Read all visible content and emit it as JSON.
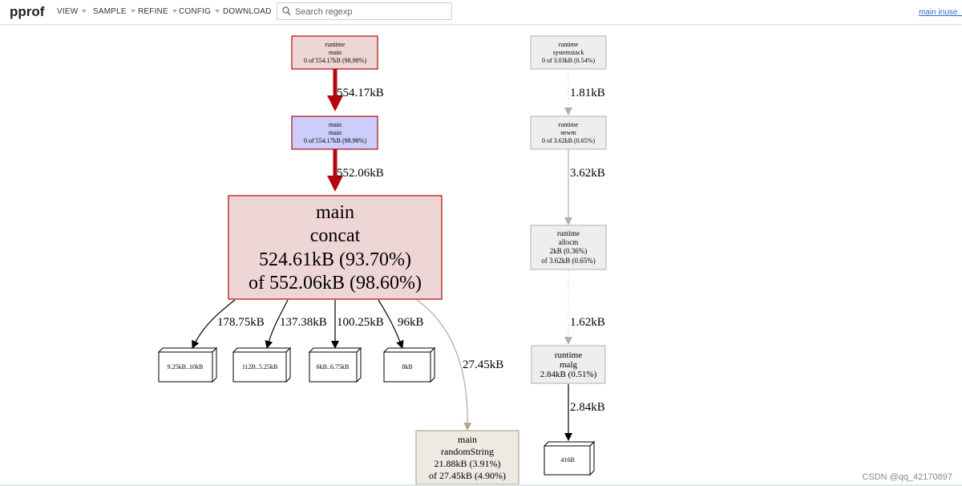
{
  "app": {
    "title": "pprof"
  },
  "menu": {
    "view": "VIEW",
    "sample": "SAMPLE",
    "refine": "REFINE",
    "config": "CONFIG",
    "download": "DOWNLOAD"
  },
  "search": {
    "placeholder": "Search regexp",
    "value": ""
  },
  "sample_link": "main inuse_",
  "nodes": {
    "runtime_main": {
      "l1": "runtime",
      "l2": "main",
      "l3": "0 of 554.17kB (98.98%)"
    },
    "main_main": {
      "l1": "main",
      "l2": "main",
      "l3": "0 of 554.17kB (98.98%)"
    },
    "main_concat": {
      "l1": "main",
      "l2": "concat",
      "l3": "524.61kB (93.70%)",
      "l4": "of 552.06kB (98.60%)"
    },
    "random_string": {
      "l1": "main",
      "l2": "randomString",
      "l3": "21.88kB (3.91%)",
      "l4": "of 27.45kB (4.90%)"
    },
    "systemstack": {
      "l1": "runtime",
      "l2": "systemstack",
      "l3": "0 of 3.03kB (0.54%)"
    },
    "newm": {
      "l1": "runtime",
      "l2": "newm",
      "l3": "0 of 3.62kB (0.65%)"
    },
    "allocm": {
      "l1": "runtime",
      "l2": "allocm",
      "l3": "2kB (0.36%)",
      "l4": "of 3.62kB (0.65%)"
    },
    "malg": {
      "l1": "runtime",
      "l2": "malg",
      "l3": "2.84kB (0.51%)"
    }
  },
  "boxes": {
    "b1": "9.25kB..10kB",
    "b2": "112B..5.25kB",
    "b3": "6kB..6.75kB",
    "b4": "8kB",
    "b5": "416B"
  },
  "edges": {
    "runtime_main_to_main": "554.17kB",
    "main_to_concat": "552.06kB",
    "concat_to_b1": "178.75kB",
    "concat_to_b2": "137.38kB",
    "concat_to_b3": "100.25kB",
    "concat_to_b4": "96kB",
    "concat_to_random": "27.45kB",
    "systemstack_to_newm": "1.81kB",
    "newm_to_allocm": "3.62kB",
    "allocm_to_malg": "1.62kB",
    "malg_to_b5": "2.84kB"
  },
  "colors": {
    "hot_fill": "#efd6d6",
    "hot_stroke": "#b2080c",
    "selected_fill": "#cccdfa",
    "neutral_fill": "#eeeeee",
    "neutral_stroke": "#b0b0b0",
    "warm_fill": "#ede9e3",
    "warm_stroke": "#b4a78f"
  },
  "watermark": "CSDN @qq_42170897"
}
